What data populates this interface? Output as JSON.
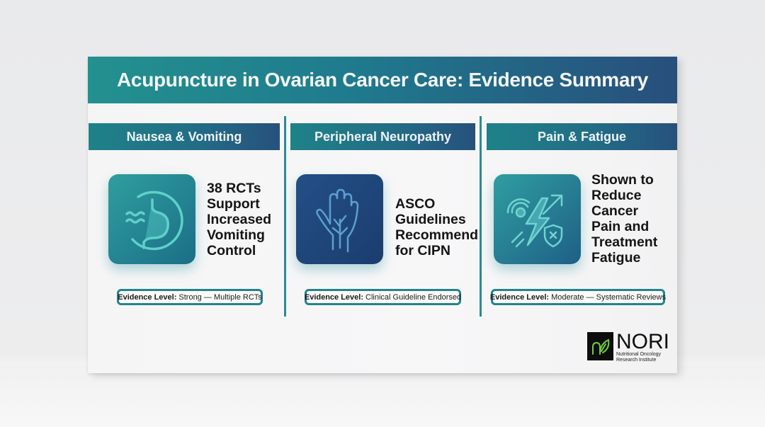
{
  "title": "Acupuncture in Ovarian Cancer Care: Evidence Summary",
  "columns": [
    {
      "heading": "Nausea & Vomiting",
      "icon": "stomach-icon",
      "stat_lines": [
        "38 RCTs",
        "Support",
        "Increased",
        "Vomiting",
        "Control"
      ],
      "evidence_label": "Evidence Level:",
      "evidence_value": "Strong — Multiple RCTs"
    },
    {
      "heading": "Peripheral Neuropathy",
      "icon": "hand-nerves-icon",
      "stat_lines": [
        "ASCO",
        "Guidelines",
        "Recommend",
        "for CIPN"
      ],
      "evidence_label": "Evidence Level:",
      "evidence_value": "Clinical Guideline Endorsed"
    },
    {
      "heading": "Pain & Fatigue",
      "icon": "pain-lightning-icon",
      "stat_lines": [
        "Shown to",
        "Reduce",
        "Cancer",
        "Pain and",
        "Treatment",
        "Fatigue"
      ],
      "evidence_label": "Evidence Level:",
      "evidence_value": "Moderate — Systematic Reviews"
    }
  ],
  "logo": {
    "name": "NORI",
    "subtitle_line1": "Nutritional Oncology",
    "subtitle_line2": "Research Institute"
  },
  "colors": {
    "teal": "#23918f",
    "navy": "#284f7c",
    "logo_green": "#6fce3a"
  }
}
